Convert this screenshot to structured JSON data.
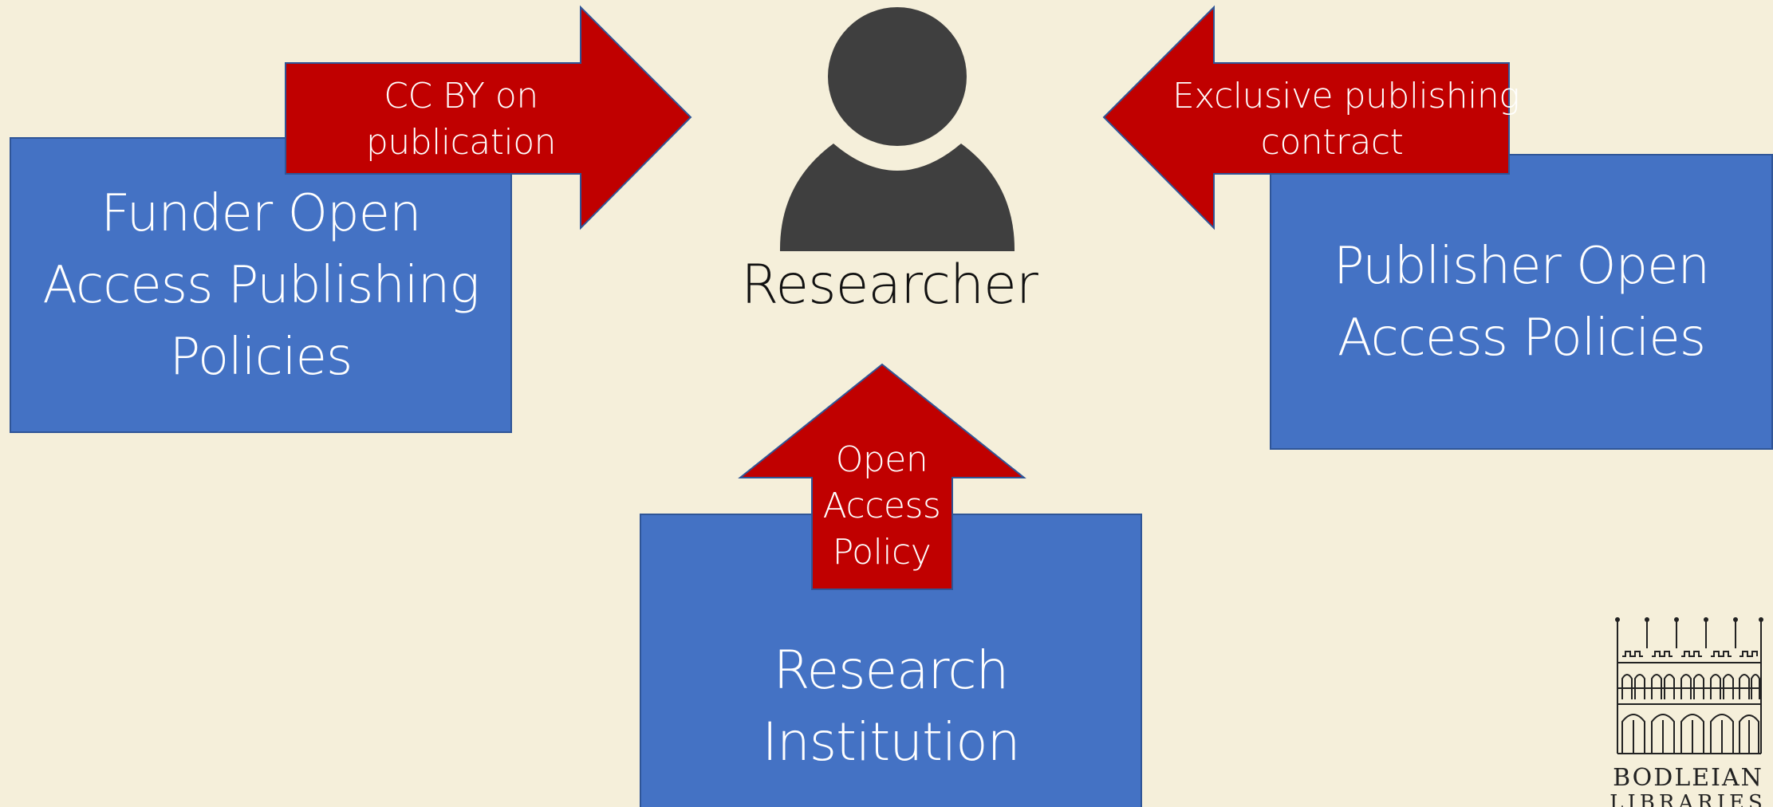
{
  "funder_box": {
    "lines": [
      "Funder Open",
      "Access Publishing",
      "Policies"
    ]
  },
  "publisher_box": {
    "lines": [
      "Publisher Open",
      "Access Policies"
    ]
  },
  "institution_box": {
    "label": "Research Institution"
  },
  "researcher": {
    "label": "Researcher",
    "icon": "person-icon"
  },
  "arrow_funder": {
    "lines": [
      "CC BY on",
      "publication"
    ]
  },
  "arrow_publisher": {
    "lines": [
      "Exclusive publishing",
      "contract"
    ]
  },
  "arrow_institution": {
    "lines": [
      "Open",
      "Access",
      "Policy"
    ]
  },
  "logo": {
    "line1": "BODLEIAN",
    "line2": "LIBRARIES",
    "icon": "bodleian-building-icon"
  },
  "colors": {
    "background": "#f5efda",
    "box_blue": "#4472c4",
    "arrow_red": "#c00000",
    "icon_gray": "#3f3f3f"
  }
}
